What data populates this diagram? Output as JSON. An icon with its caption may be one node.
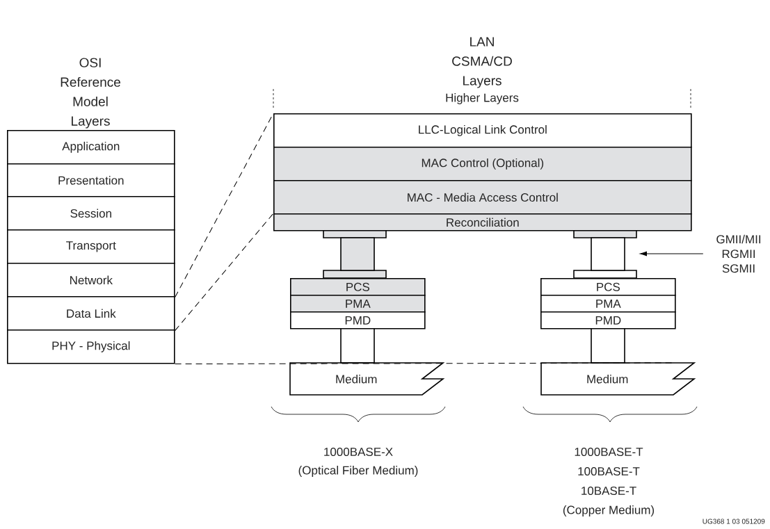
{
  "diagram": {
    "nodes": [
      {
        "text": [
          "Application"
        ]
      },
      {
        "text": [
          "Presentation"
        ]
      },
      {
        "text": [
          "Session"
        ]
      },
      {
        "text": [
          "Transport"
        ]
      },
      {
        "text": [
          "Network"
        ]
      },
      {
        "text": [
          "Data Link"
        ]
      },
      {
        "text": [
          "PHY - Physical"
        ]
      },
      {
        "text": [
          "LLC-Logical Link Control"
        ]
      },
      {
        "text": [
          "MAC Control (Optional)"
        ]
      },
      {
        "text": [
          "MAC - Media Access Control"
        ]
      },
      {
        "text": [
          "Reconciliation"
        ]
      },
      {
        "text": [
          "PCS"
        ]
      },
      {
        "text": [
          "PMA"
        ]
      },
      {
        "text": [
          "PMD"
        ]
      },
      {
        "text": [
          "PCS"
        ]
      },
      {
        "text": [
          "PMA"
        ]
      },
      {
        "text": [
          "PMD"
        ]
      },
      {
        "text": [
          "Medium"
        ]
      },
      {
        "text": [
          "Medium"
        ]
      },
      {
        "text": [
          "GMII/MII RGMII SGMII"
        ]
      }
    ],
    "edges": [
      {
        "from": 4,
        "to": 7,
        "arrow": "none",
        "style": "dashed"
      },
      {
        "from": 5,
        "to": 10,
        "arrow": "none",
        "style": "dashed"
      },
      {
        "from": 6,
        "to": 18,
        "arrow": "none",
        "style": "dashed"
      },
      {
        "from": 19,
        "to": null,
        "arrow": "to"
      }
    ],
    "labels": [
      "OSI Reference Model Layers",
      "LAN CSMA/CD Layers",
      "Higher Layers",
      "1000BASE-X",
      "(Optical Fiber Medium)",
      "1000BASE-T",
      "100BASE-T",
      "10BASE-T",
      "(Copper Medium)",
      "UG368 1 03 051209"
    ]
  }
}
